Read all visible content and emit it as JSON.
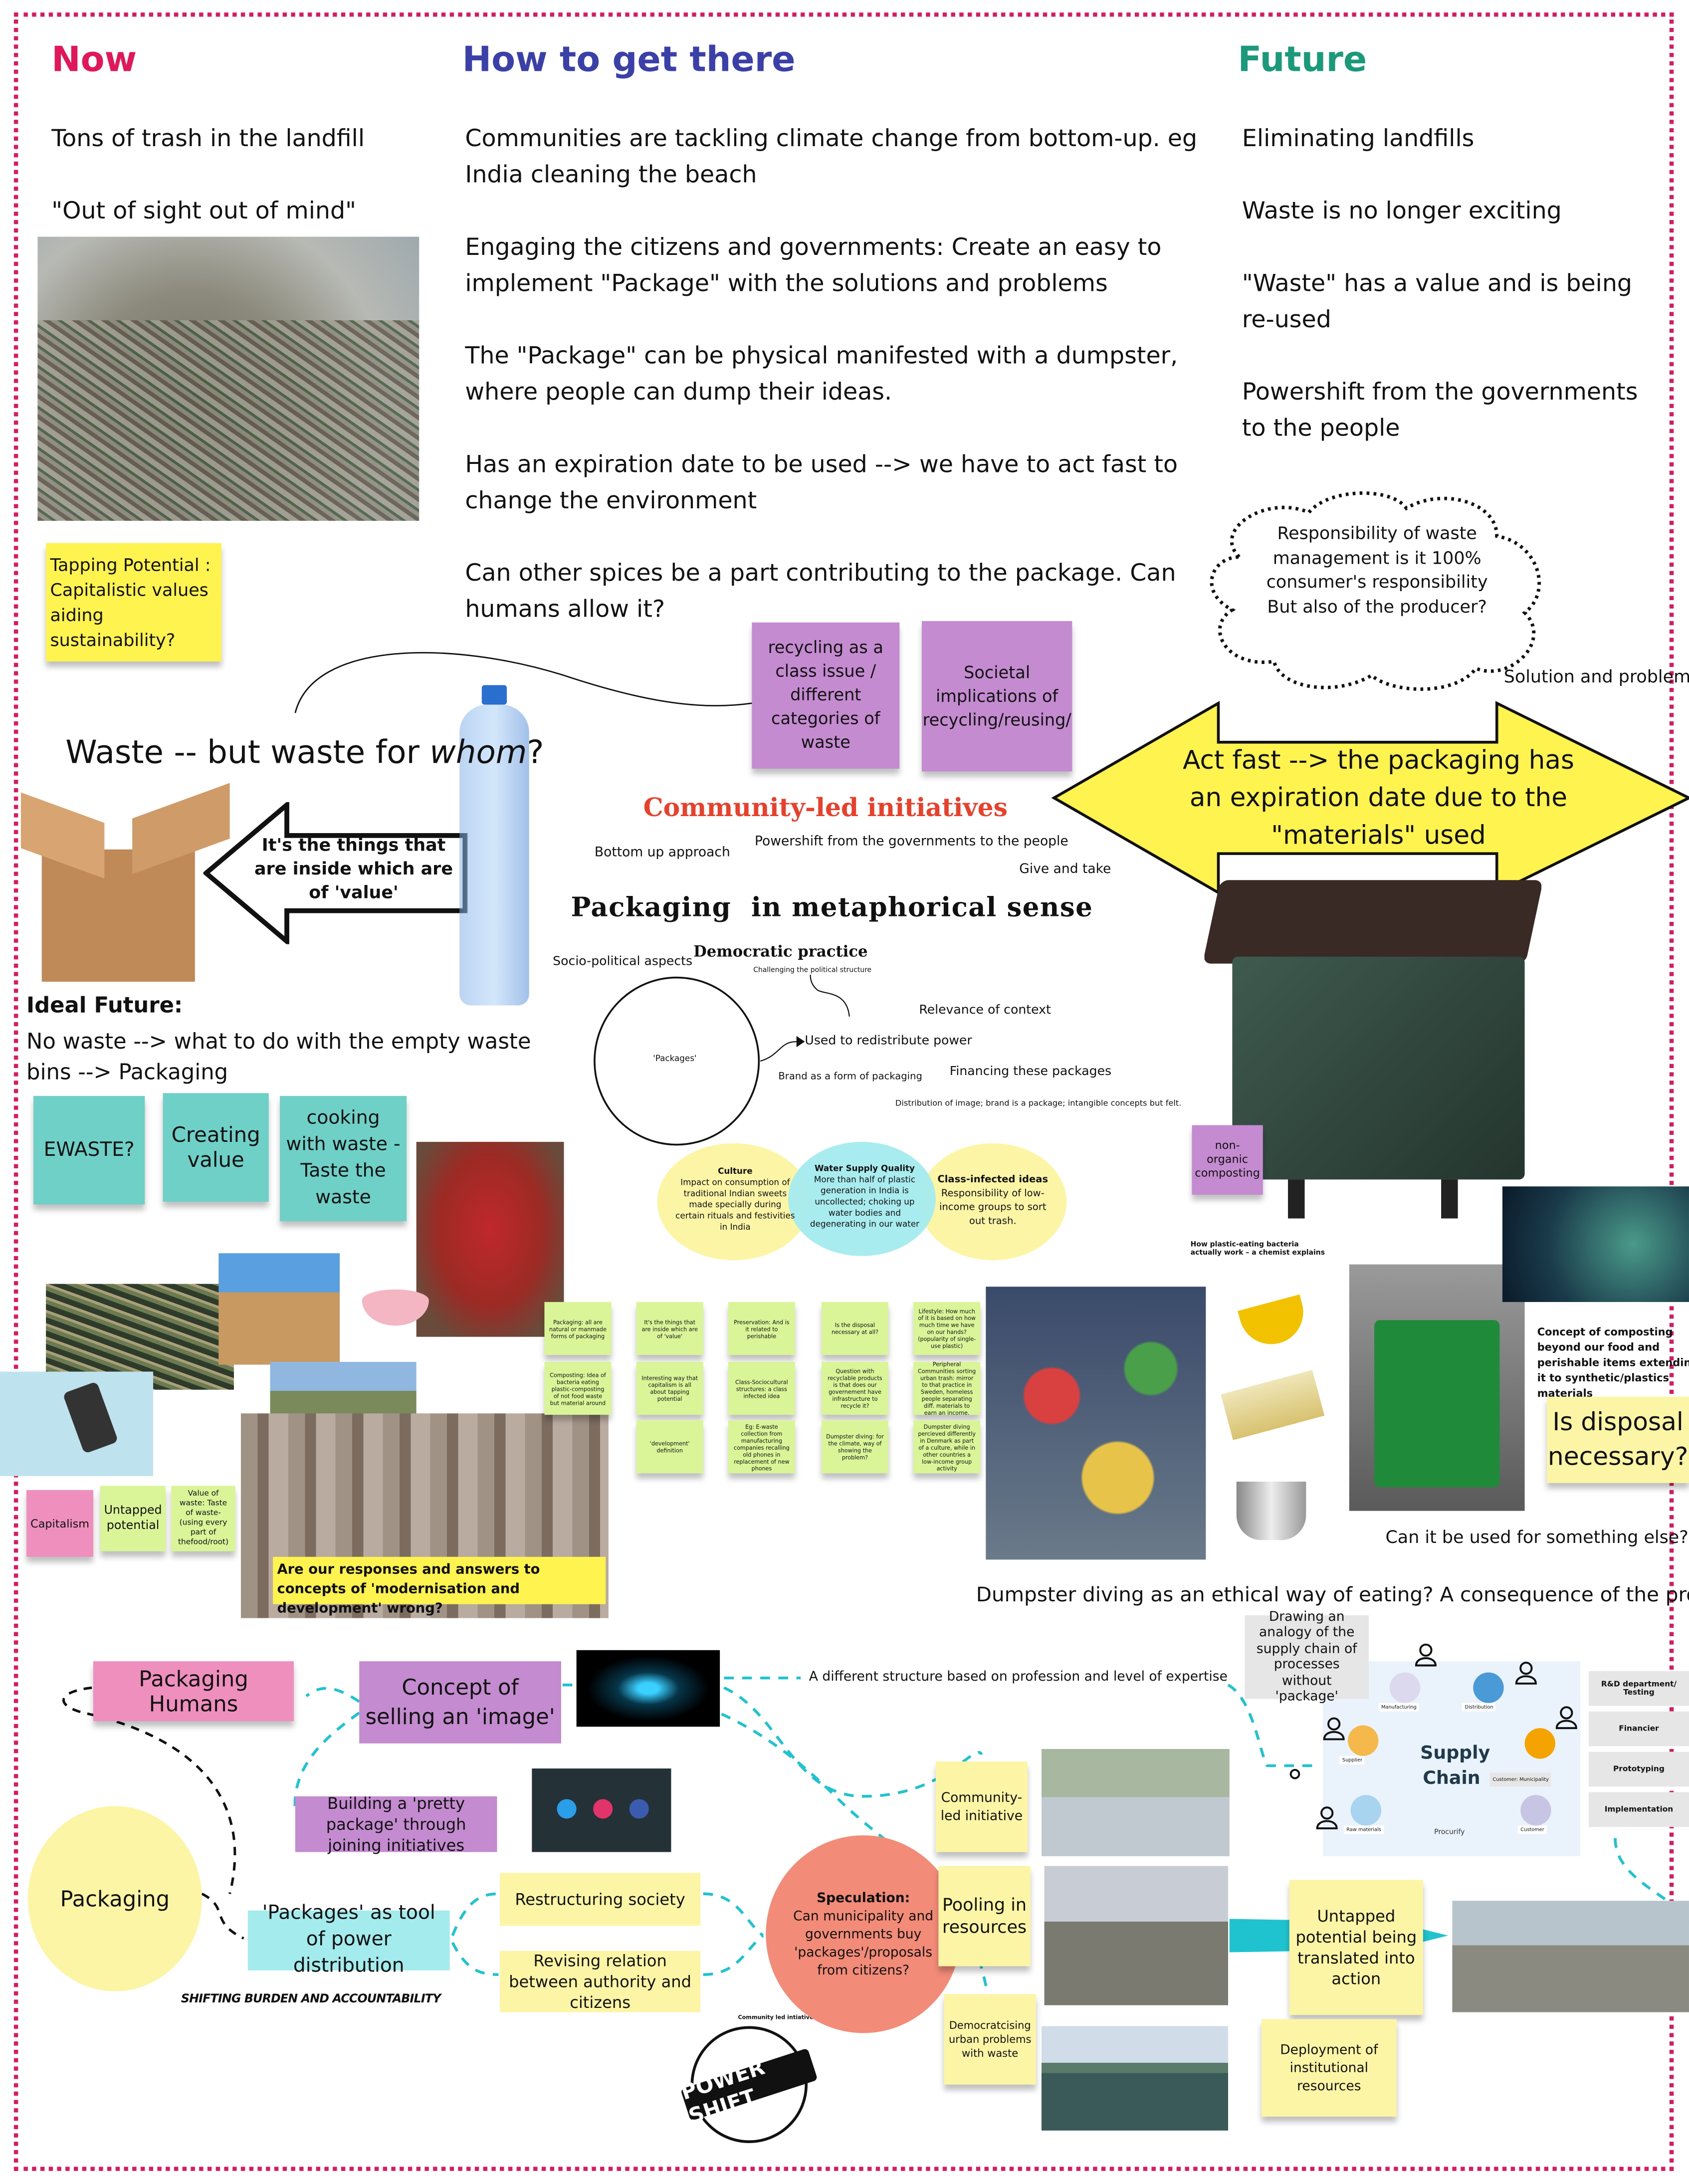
{
  "columns": {
    "now": "Now",
    "how": "How to get there",
    "future": "Future"
  },
  "colors": {
    "now": "#e0185a",
    "how": "#3b3fa8",
    "future": "#1a9a7a",
    "border": "#d81b60"
  },
  "now": {
    "items": [
      "Tons of trash in the landfill",
      "\"Out of sight out of mind\""
    ],
    "sticky": "Tapping Potential : Capitalistic values aiding sustainability?"
  },
  "how": {
    "items": [
      "Communities are tackling climate change from bottom-up. eg India cleaning the beach",
      "Engaging the citizens and governments: Create an easy to implement \"Package\" with the solutions and problems",
      "The \"Package\" can be physical manifested with a dumpster, where people can dump their ideas.",
      "Has an expiration date to be used --> we have to act fast to change the environment",
      "Can other spices be a part contributing to the package. Can humans allow it?"
    ],
    "purple_stickies": [
      "recycling as a class issue / different categories of waste",
      "Societal implications of recycling/reusing/"
    ]
  },
  "future": {
    "items": [
      "Eliminating landfills",
      "Waste is no longer exciting",
      "\"Waste\" has a value and is being re-used",
      "Powershift from the governments to the people"
    ],
    "cloud": "Responsibility of waste management is it 100% consumer's responsibility But also of the producer?",
    "solution_label": "Solution and problems",
    "arrow_text": "Act fast --> the packaging has an expiration date due to the \"materials\" used"
  },
  "waste_for_whom": {
    "prefix": "Waste -- but waste for ",
    "emph": "whom",
    "suffix": "?"
  },
  "left_arrow_text": "It's the things that are inside which are of 'value'",
  "community": {
    "title": "Community-led initiatives",
    "bottom_up": "Bottom up approach",
    "powershift": "Powershift from the governments to the people",
    "give_take": "Give and take"
  },
  "metaphor": {
    "title": "Packaging  in metaphorical sense",
    "democratic": "Democratic practice",
    "challenging": "Challenging the political structure",
    "socio": "Socio-political aspects",
    "packages": "'Packages'",
    "relevance": "Relevance of context",
    "redistribute": "Used to redistribute power",
    "brand": "Brand as a form of packaging",
    "financing": "Financing these packages",
    "distribution": "Distribution of image; brand is a package; intangible concepts but felt."
  },
  "ideal": {
    "title": "Ideal Future:",
    "text": "No waste --> what to do with the empty waste bins --> Packaging",
    "stickies": [
      "EWASTE?",
      "Creating value",
      "cooking with waste - Taste the waste"
    ]
  },
  "venn": [
    {
      "title": "Culture",
      "text": "Impact on consumption of traditional Indian sweets made specially during certain rituals and festivities in India"
    },
    {
      "title": "Water Supply Quality",
      "text": "More than half of plastic generation in India is uncollected; choking up water bodies and degenerating in our water"
    },
    {
      "title": "Class-infected ideas",
      "text": "Responsibility of low-income groups to sort out trash."
    }
  ],
  "non_organic": "non-organic composting",
  "bacteria_headline": "How plastic-eating bacteria actually work – a chemist explains",
  "green_stickies": [
    "Packaging: all are natural or manmade forms of packaging",
    "It's the things that are inside which are of 'value'",
    "Preservation: And is it related to perishable",
    "Is the disposal necessary at all?",
    "Lifestyle: How much of it is based on how much time we have on our hands? (popularity of single-use plastic)",
    "Composting: Idea of bacteria eating plastic-composting of not food waste but material around",
    "Interesting way that capitalism is all about tapping potential",
    "Class-Sociocultural structures: a class infected idea",
    "Question with recyclable products is that does our governement have infrastructure to recycle it?",
    "Peripheral Communities sorting urban trash: mirror to that practice in Sweden, homeless people separating diff. materials to earn an income.",
    "'development' definition",
    "Eg: E-waste collection from manufacturing companies recalling old phones in replacement of new phones",
    "Dumpster diving: for the climate, way of showing the problem?",
    "Dumpster diving percieved differently in Denmark as part of a culture, while in other countries a low-income group activity"
  ],
  "left_stickies": [
    "Capitalism",
    "Untapped potential",
    "Value of waste: Taste of waste-(using every part of thefood/root)"
  ],
  "modernisation_caption": "Are our responses and answers to concepts of 'modernisation and development' wrong?",
  "composting_concept": "Concept of composting beyond our food and perishable items extending it to synthetic/plastics materials",
  "disposal_sticky": "Is disposal necessary?",
  "something_else": "Can it be used for something else?",
  "dumpster_diving": "Dumpster diving as an ethical way of eating? A consequence of the problem.",
  "bottom": {
    "packaging_humans": "Packaging Humans",
    "selling_image": "Concept of selling an 'image'",
    "different_structure": "A different structure based on profession and level of expertise",
    "pretty_package": "Building a 'pretty package' through joining initiatives",
    "packaging": "Packaging",
    "tool_of_power": "'Packages' as tool of power distribution",
    "restructuring": "Restructuring society",
    "revising": "Revising relation between authority and citizens",
    "shifting": "SHIFTING BURDEN AND ACCOUNTABILITY",
    "stamp_caption": "Community led intiative",
    "stamp_text": "POWER SHIFT",
    "speculation_title": "Speculation:",
    "speculation_text": "Can municipality and governments buy 'packages'/proposals from citizens?",
    "community_led": "Community-led initiative",
    "pooling": "Pooling in resources",
    "democratising": "Democratcising urban problems with waste",
    "analogy": "Drawing an analogy of the supply chain of processes without 'package'",
    "supply_chain": {
      "title": "Supply Chain",
      "nodes": [
        "Manufacturing",
        "Distribution",
        "Supplier",
        "Customer: Municipality",
        "Raw materials",
        "Customer"
      ],
      "brand": "Procurify"
    },
    "stages": [
      "R&D department/ Testing",
      "Financier",
      "Prototyping",
      "Implementation"
    ],
    "untapped_action": "Untapped potential being translated into action",
    "deployment": "Deployment of institutional resources"
  }
}
